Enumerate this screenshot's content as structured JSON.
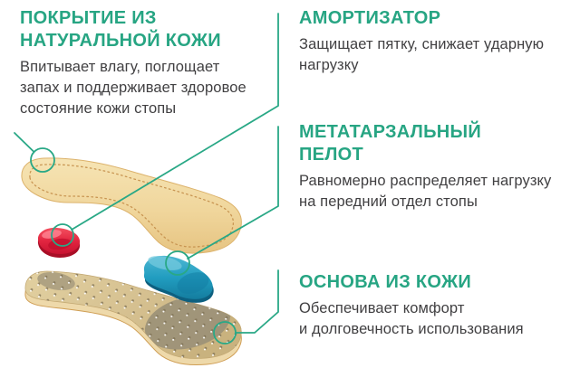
{
  "diagram": {
    "subject": "insole-construction-infographic",
    "accent_color": "#27a583",
    "body_text_color": "#414042",
    "leader_line_color": "#29a886"
  },
  "labels": {
    "cover": {
      "title_lines": [
        "ПОКРЫТИЕ ИЗ",
        "НАТУРАЛЬНОЙ КОЖИ"
      ],
      "desc_lines": [
        "Впитывает влагу, поглощает",
        "запах и поддерживает здоровое",
        "состояние кожи стопы"
      ]
    },
    "shock": {
      "title_lines": [
        "АМОРТИЗАТОР"
      ],
      "desc_lines": [
        "Защищает пятку, снижает ударную",
        "нагрузку"
      ]
    },
    "pelot": {
      "title_lines": [
        "МЕТАТАРЗАЛЬНЫЙ",
        "ПЕЛОТ"
      ],
      "desc_lines": [
        "Равномерно распределяет нагрузку",
        "на передний отдел стопы"
      ]
    },
    "base": {
      "title_lines": [
        "ОСНОВА ИЗ КОЖИ"
      ],
      "desc_lines": [
        "Обеспечивает комфорт",
        "и долговечность использования"
      ]
    }
  },
  "illustration": {
    "parts": [
      {
        "id": "top-leather-cover",
        "color": "#f2d99e"
      },
      {
        "id": "heel-shock-absorber",
        "color": "#dd1936"
      },
      {
        "id": "metatarsal-pad",
        "color": "#1f9abc"
      },
      {
        "id": "leather-base",
        "color": "#d9c493"
      },
      {
        "id": "base-gray-pads",
        "color": "#a3987e"
      }
    ],
    "marker_color": "#29a886"
  }
}
